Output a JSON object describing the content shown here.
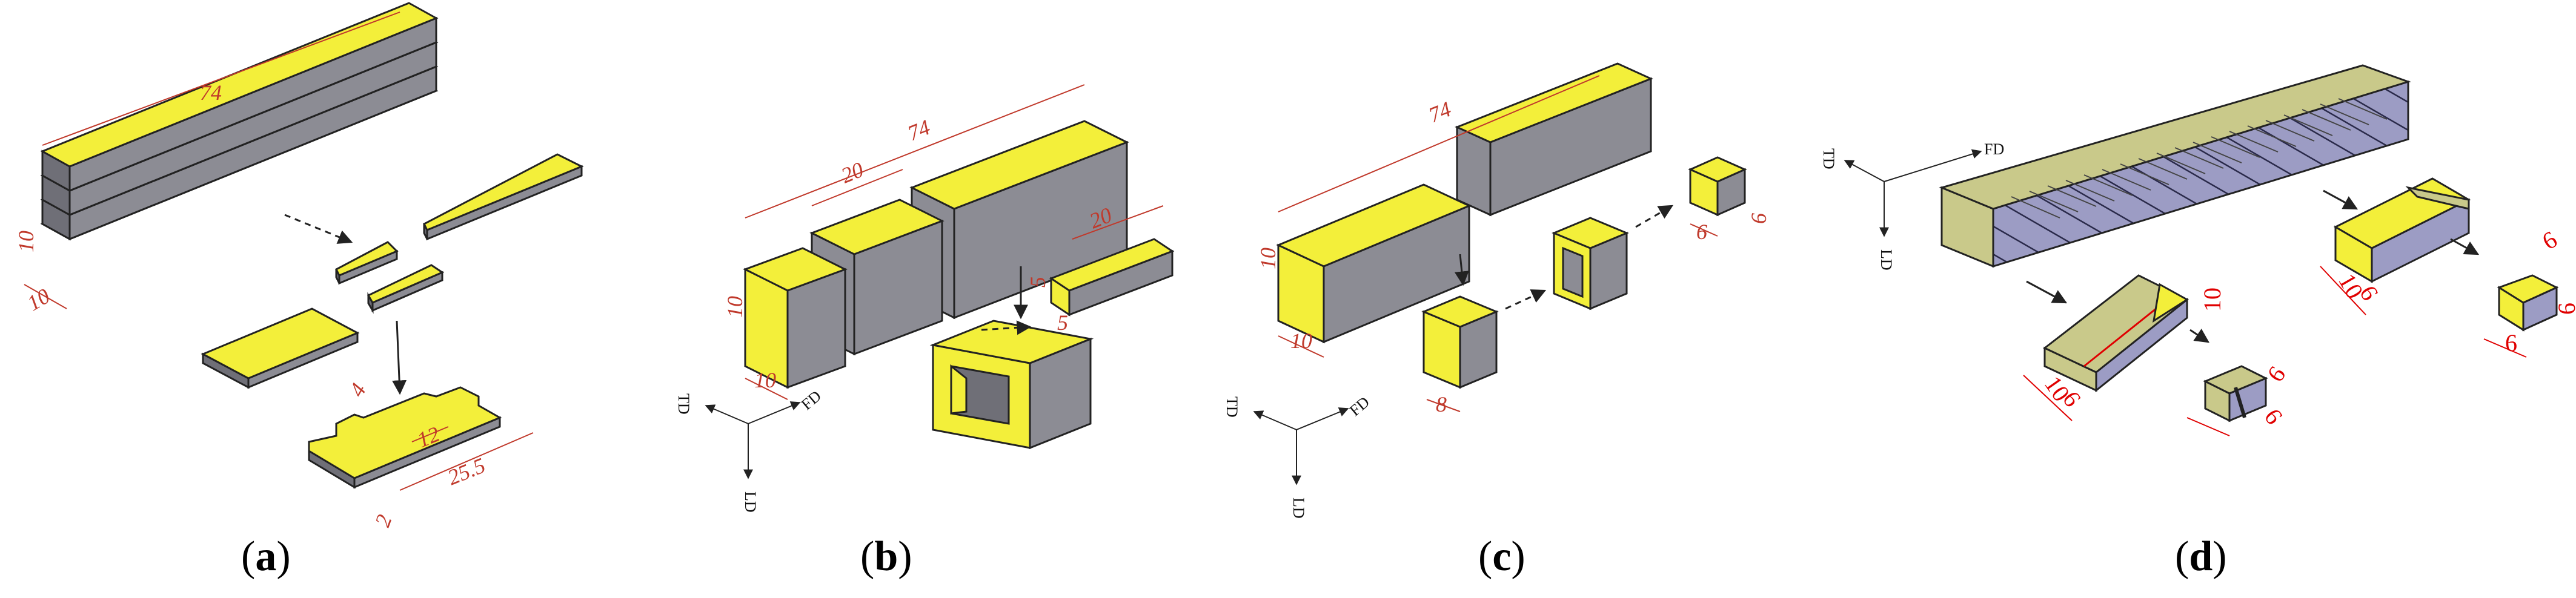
{
  "panels": {
    "a": {
      "label": "a",
      "dims": [
        "74",
        "10",
        "10",
        "4",
        "12",
        "25.5",
        "2"
      ]
    },
    "b": {
      "label": "b",
      "dims": [
        "74",
        "20",
        "10",
        "10",
        "20",
        "5",
        "5"
      ],
      "axes": {
        "td": "TD",
        "fd": "FD",
        "ld": "LD"
      }
    },
    "c": {
      "label": "c",
      "dims": [
        "74",
        "10",
        "10",
        "8",
        "6",
        "6"
      ],
      "axes": {
        "td": "TD",
        "fd": "FD",
        "ld": "LD"
      }
    },
    "d": {
      "label": "d",
      "dims": [
        "10",
        "10",
        "6",
        "6",
        "6",
        "10",
        "6",
        "6",
        "6",
        "6"
      ],
      "axes": {
        "td": "TD",
        "fd": "FD",
        "ld": "LD"
      }
    }
  },
  "colors": {
    "yellow": "#f3ef3a",
    "gray": "#8c8c94",
    "darkgray": "#6f6f77",
    "dim_red": "#c0392b",
    "purple": "#9c9cc4",
    "khaki": "#c9c98a"
  }
}
